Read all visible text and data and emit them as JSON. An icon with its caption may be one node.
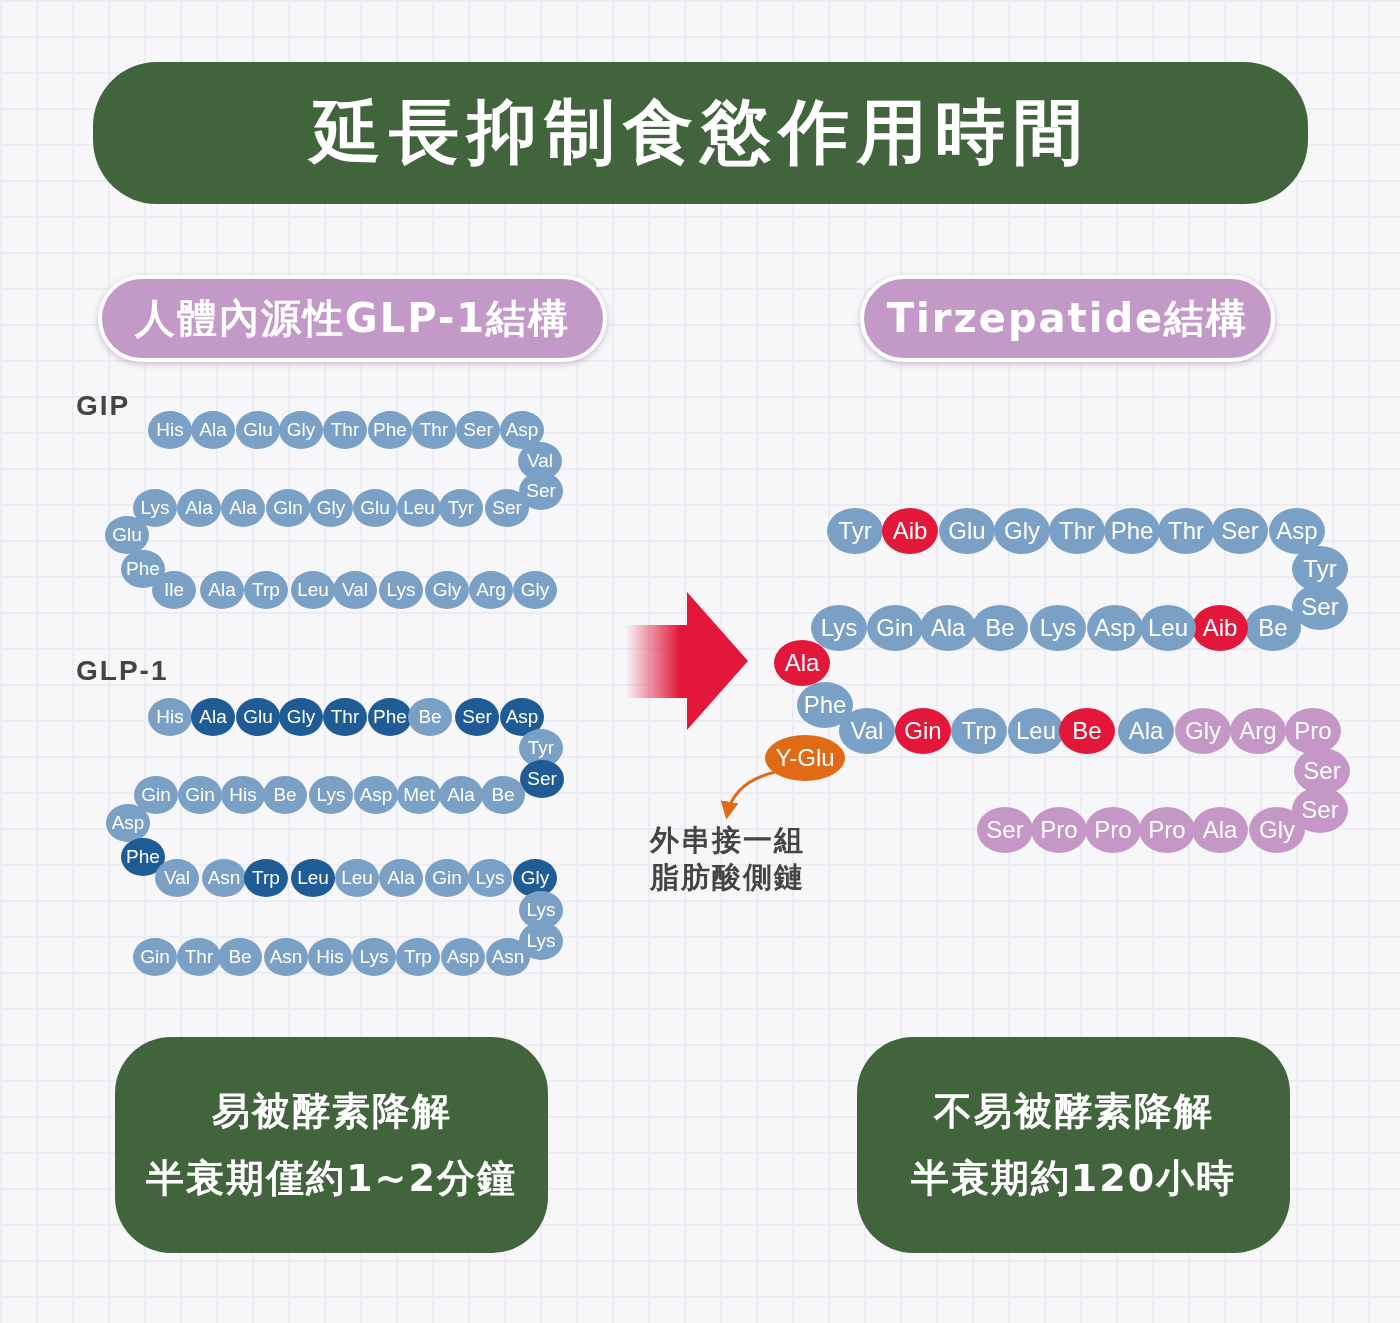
{
  "diagram": {
    "title": "延長抑制食慾作用時間",
    "nodes": [
      {
        "text": [
          "人體內源性GLP-1結構"
        ]
      },
      {
        "text": [
          "Tirzepatide結構"
        ]
      },
      {
        "text": [
          "His"
        ]
      },
      {
        "text": [
          "Ala"
        ]
      },
      {
        "text": [
          "Glu"
        ]
      },
      {
        "text": [
          "Gly"
        ]
      },
      {
        "text": [
          "Thr"
        ]
      },
      {
        "text": [
          "Phe"
        ]
      },
      {
        "text": [
          "Thr"
        ]
      },
      {
        "text": [
          "Ser"
        ]
      },
      {
        "text": [
          "Asp"
        ]
      },
      {
        "text": [
          "Val"
        ]
      },
      {
        "text": [
          "Ser"
        ]
      },
      {
        "text": [
          "Ser"
        ]
      },
      {
        "text": [
          "Tyr"
        ]
      },
      {
        "text": [
          "Leu"
        ]
      },
      {
        "text": [
          "Glu"
        ]
      },
      {
        "text": [
          "Gly"
        ]
      },
      {
        "text": [
          "Gln"
        ]
      },
      {
        "text": [
          "Ala"
        ]
      },
      {
        "text": [
          "Ala"
        ]
      },
      {
        "text": [
          "Lys"
        ]
      },
      {
        "text": [
          "Glu"
        ]
      },
      {
        "text": [
          "Phe"
        ]
      },
      {
        "text": [
          "Ile"
        ]
      },
      {
        "text": [
          "Ala"
        ]
      },
      {
        "text": [
          "Trp"
        ]
      },
      {
        "text": [
          "Leu"
        ]
      },
      {
        "text": [
          "Val"
        ]
      },
      {
        "text": [
          "Lys"
        ]
      },
      {
        "text": [
          "Gly"
        ]
      },
      {
        "text": [
          "Arg"
        ]
      },
      {
        "text": [
          "Gly"
        ]
      },
      {
        "text": [
          "His"
        ]
      },
      {
        "text": [
          "Ala"
        ]
      },
      {
        "text": [
          "Glu"
        ]
      },
      {
        "text": [
          "Gly"
        ]
      },
      {
        "text": [
          "Thr"
        ]
      },
      {
        "text": [
          "Phe"
        ]
      },
      {
        "text": [
          "Be"
        ]
      },
      {
        "text": [
          "Ser"
        ]
      },
      {
        "text": [
          "Asp"
        ]
      },
      {
        "text": [
          "Tyr"
        ]
      },
      {
        "text": [
          "Ser"
        ]
      },
      {
        "text": [
          "Be"
        ]
      },
      {
        "text": [
          "Ala"
        ]
      },
      {
        "text": [
          "Met"
        ]
      },
      {
        "text": [
          "Asp"
        ]
      },
      {
        "text": [
          "Lys"
        ]
      },
      {
        "text": [
          "Be"
        ]
      },
      {
        "text": [
          "His"
        ]
      },
      {
        "text": [
          "Gin"
        ]
      },
      {
        "text": [
          "Gin"
        ]
      },
      {
        "text": [
          "Asp"
        ]
      },
      {
        "text": [
          "Phe"
        ]
      },
      {
        "text": [
          "Val"
        ]
      },
      {
        "text": [
          "Asn"
        ]
      },
      {
        "text": [
          "Trp"
        ]
      },
      {
        "text": [
          "Leu"
        ]
      },
      {
        "text": [
          "Leu"
        ]
      },
      {
        "text": [
          "Ala"
        ]
      },
      {
        "text": [
          "Gin"
        ]
      },
      {
        "text": [
          "Lys"
        ]
      },
      {
        "text": [
          "Gly"
        ]
      },
      {
        "text": [
          "Lys"
        ]
      },
      {
        "text": [
          "Lys"
        ]
      },
      {
        "text": [
          "Asn"
        ]
      },
      {
        "text": [
          "Asp"
        ]
      },
      {
        "text": [
          "Trp"
        ]
      },
      {
        "text": [
          "Lys"
        ]
      },
      {
        "text": [
          "His"
        ]
      },
      {
        "text": [
          "Asn"
        ]
      },
      {
        "text": [
          "Be"
        ]
      },
      {
        "text": [
          "Thr"
        ]
      },
      {
        "text": [
          "Gin"
        ]
      },
      {
        "text": [
          "Tyr"
        ]
      },
      {
        "text": [
          "Aib"
        ]
      },
      {
        "text": [
          "Glu"
        ]
      },
      {
        "text": [
          "Gly"
        ]
      },
      {
        "text": [
          "Thr"
        ]
      },
      {
        "text": [
          "Phe"
        ]
      },
      {
        "text": [
          "Thr"
        ]
      },
      {
        "text": [
          "Ser"
        ]
      },
      {
        "text": [
          "Asp"
        ]
      },
      {
        "text": [
          "Tyr"
        ]
      },
      {
        "text": [
          "Ser"
        ]
      },
      {
        "text": [
          "Be"
        ]
      },
      {
        "text": [
          "Aib"
        ]
      },
      {
        "text": [
          "Leu"
        ]
      },
      {
        "text": [
          "Asp"
        ]
      },
      {
        "text": [
          "Lys"
        ]
      },
      {
        "text": [
          "Be"
        ]
      },
      {
        "text": [
          "Ala"
        ]
      },
      {
        "text": [
          "Gin"
        ]
      },
      {
        "text": [
          "Lys"
        ]
      },
      {
        "text": [
          "Ala"
        ]
      },
      {
        "text": [
          "Phe"
        ]
      },
      {
        "text": [
          "Val"
        ]
      },
      {
        "text": [
          "Gin"
        ]
      },
      {
        "text": [
          "Trp"
        ]
      },
      {
        "text": [
          "Leu"
        ]
      },
      {
        "text": [
          "Be"
        ]
      },
      {
        "text": [
          "Ala"
        ]
      },
      {
        "text": [
          "Gly"
        ]
      },
      {
        "text": [
          "Arg"
        ]
      },
      {
        "text": [
          "Pro"
        ]
      },
      {
        "text": [
          "Ser"
        ]
      },
      {
        "text": [
          "Ser"
        ]
      },
      {
        "text": [
          "Gly"
        ]
      },
      {
        "text": [
          "Ala"
        ]
      },
      {
        "text": [
          "Pro"
        ]
      },
      {
        "text": [
          "Pro"
        ]
      },
      {
        "text": [
          "Pro"
        ]
      },
      {
        "text": [
          "Ser"
        ]
      },
      {
        "text": [
          "Y-Glu"
        ]
      },
      {
        "text": [
          "外串接一組脂肪酸側鏈"
        ]
      },
      {
        "text": [
          "易被酵素降解",
          "半衰期僅約1~2分鐘"
        ]
      },
      {
        "text": [
          "不易被酵素降解",
          "半衰期約120小時"
        ]
      }
    ],
    "edges": [
      {
        "from": 114,
        "to": 115,
        "arrow": "to"
      }
    ],
    "labels": [
      "GIP",
      "GLP-1"
    ]
  }
}
